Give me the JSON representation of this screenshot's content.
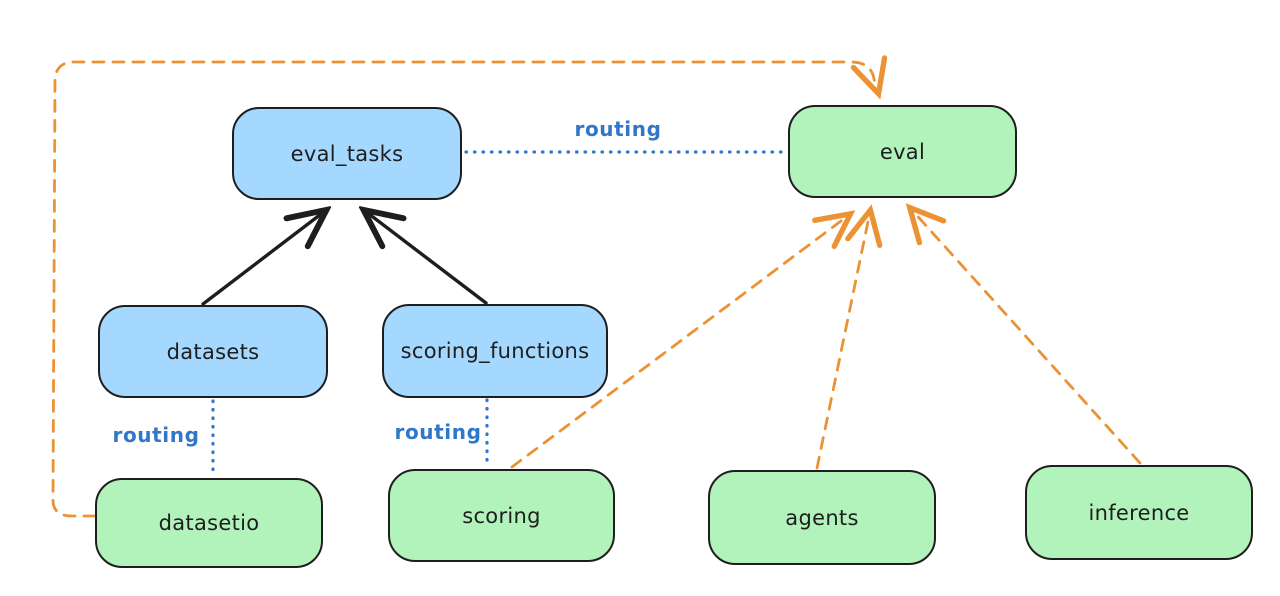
{
  "colors": {
    "canvas-bg": "#ffffff",
    "node-blue-fill": "#a5d8ff",
    "node-green-fill": "#b2f2bb",
    "node-border": "#1e1e1e",
    "arrow-black": "#1e1e1e",
    "arrow-orange": "#eb9334",
    "routing-blue": "#3076c9"
  },
  "diagram": {
    "nodes": [
      {
        "id": "eval_tasks",
        "label": "eval_tasks",
        "color": "blue"
      },
      {
        "id": "eval",
        "label": "eval",
        "color": "green"
      },
      {
        "id": "datasets",
        "label": "datasets",
        "color": "blue"
      },
      {
        "id": "scoring_functions",
        "label": "scoring_functions",
        "color": "blue"
      },
      {
        "id": "datasetio",
        "label": "datasetio",
        "color": "green"
      },
      {
        "id": "scoring",
        "label": "scoring",
        "color": "green"
      },
      {
        "id": "agents",
        "label": "agents",
        "color": "green"
      },
      {
        "id": "inference",
        "label": "inference",
        "color": "green"
      }
    ],
    "edges": [
      {
        "from": "datasets",
        "to": "eval_tasks",
        "style": "solid-black-arrow"
      },
      {
        "from": "scoring_functions",
        "to": "eval_tasks",
        "style": "solid-black-arrow"
      },
      {
        "from": "eval_tasks",
        "to": "eval",
        "style": "dotted-blue",
        "label": "routing"
      },
      {
        "from": "datasets",
        "to": "datasetio",
        "style": "dotted-blue",
        "label": "routing"
      },
      {
        "from": "scoring_functions",
        "to": "scoring",
        "style": "dotted-blue",
        "label": "routing"
      },
      {
        "from": "datasetio",
        "to": "eval",
        "style": "dashed-orange-arrow"
      },
      {
        "from": "scoring",
        "to": "eval",
        "style": "dashed-orange-arrow"
      },
      {
        "from": "agents",
        "to": "eval",
        "style": "dashed-orange-arrow"
      },
      {
        "from": "inference",
        "to": "eval",
        "style": "dashed-orange-arrow"
      }
    ],
    "edge_labels": [
      {
        "text": "routing"
      },
      {
        "text": "routing"
      },
      {
        "text": "routing"
      }
    ]
  }
}
